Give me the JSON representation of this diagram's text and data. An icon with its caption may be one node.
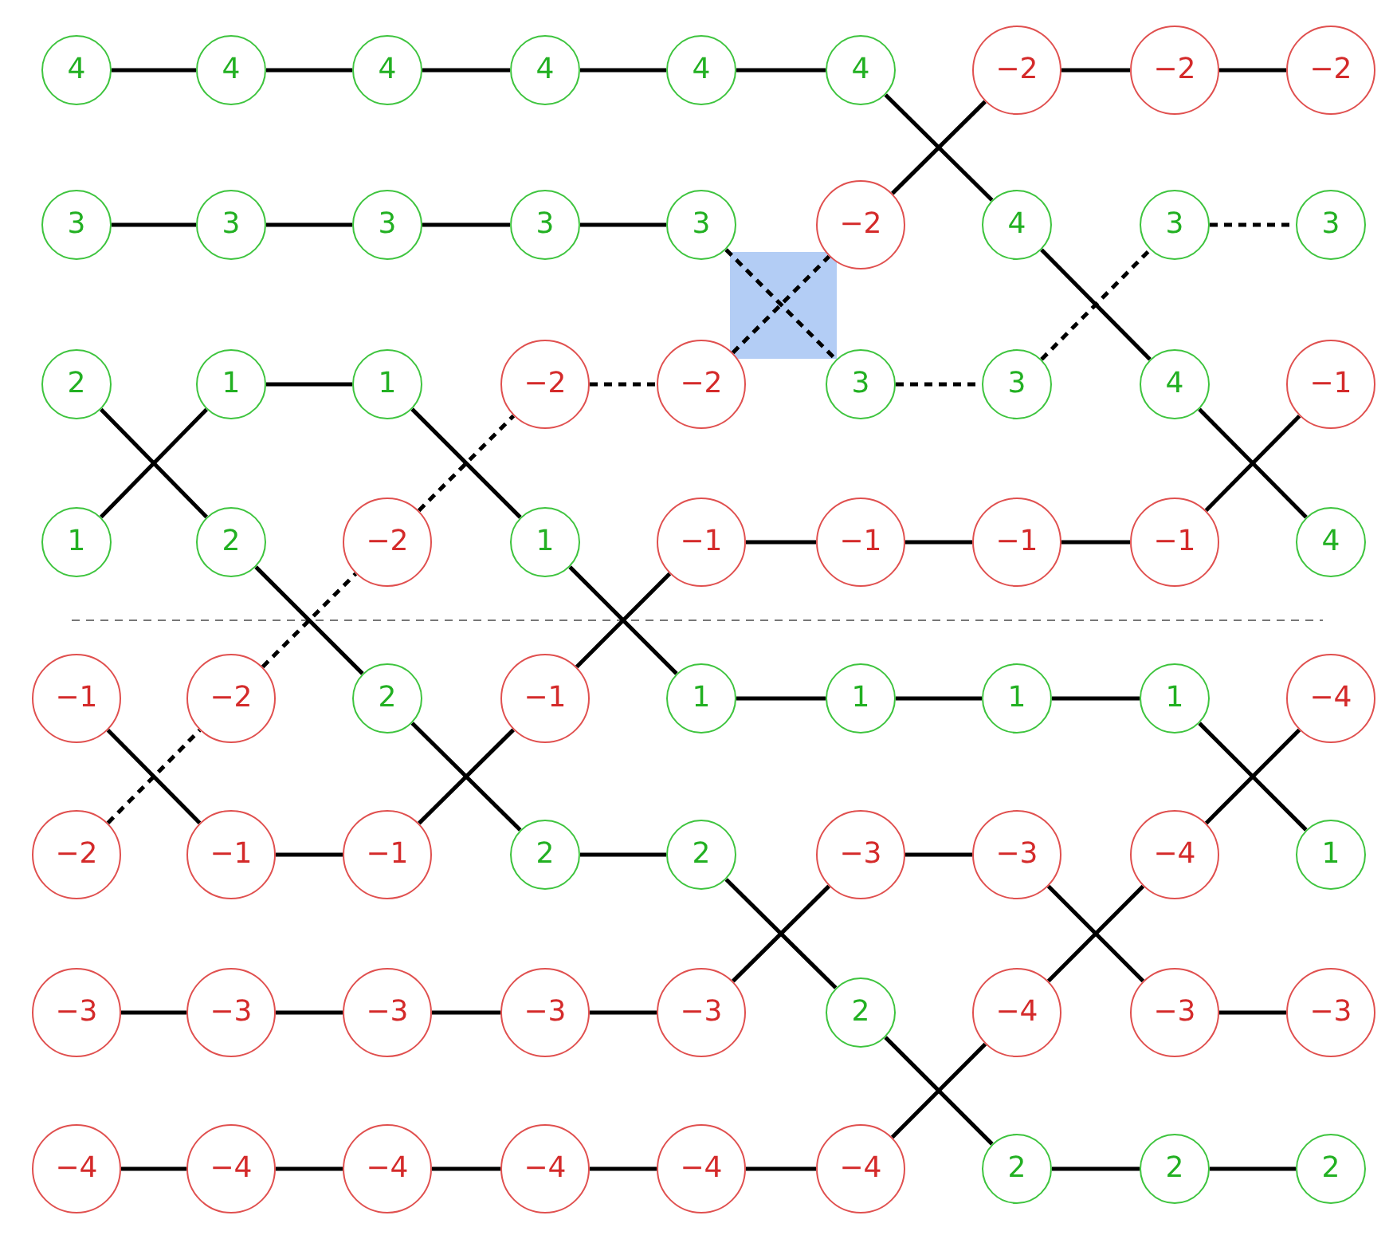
{
  "diagram": {
    "nodes": [
      {
        "text": [
          "4"
        ]
      },
      {
        "text": [
          "4"
        ]
      },
      {
        "text": [
          "4"
        ]
      },
      {
        "text": [
          "4"
        ]
      },
      {
        "text": [
          "4"
        ]
      },
      {
        "text": [
          "4"
        ]
      },
      {
        "text": [
          "−2"
        ]
      },
      {
        "text": [
          "−2"
        ]
      },
      {
        "text": [
          "−2"
        ]
      },
      {
        "text": [
          "3"
        ]
      },
      {
        "text": [
          "3"
        ]
      },
      {
        "text": [
          "3"
        ]
      },
      {
        "text": [
          "3"
        ]
      },
      {
        "text": [
          "3"
        ]
      },
      {
        "text": [
          "−2"
        ]
      },
      {
        "text": [
          "4"
        ]
      },
      {
        "text": [
          "3"
        ]
      },
      {
        "text": [
          "3"
        ]
      },
      {
        "text": [
          "2"
        ]
      },
      {
        "text": [
          "1"
        ]
      },
      {
        "text": [
          "1"
        ]
      },
      {
        "text": [
          "−2"
        ]
      },
      {
        "text": [
          "−2"
        ]
      },
      {
        "text": [
          "3"
        ]
      },
      {
        "text": [
          "3"
        ]
      },
      {
        "text": [
          "4"
        ]
      },
      {
        "text": [
          "−1"
        ]
      },
      {
        "text": [
          "1"
        ]
      },
      {
        "text": [
          "2"
        ]
      },
      {
        "text": [
          "−2"
        ]
      },
      {
        "text": [
          "1"
        ]
      },
      {
        "text": [
          "−1"
        ]
      },
      {
        "text": [
          "−1"
        ]
      },
      {
        "text": [
          "−1"
        ]
      },
      {
        "text": [
          "−1"
        ]
      },
      {
        "text": [
          "4"
        ]
      },
      {
        "text": [
          "−1"
        ]
      },
      {
        "text": [
          "−2"
        ]
      },
      {
        "text": [
          "2"
        ]
      },
      {
        "text": [
          "−1"
        ]
      },
      {
        "text": [
          "1"
        ]
      },
      {
        "text": [
          "1"
        ]
      },
      {
        "text": [
          "1"
        ]
      },
      {
        "text": [
          "1"
        ]
      },
      {
        "text": [
          "−4"
        ]
      },
      {
        "text": [
          "−2"
        ]
      },
      {
        "text": [
          "−1"
        ]
      },
      {
        "text": [
          "−1"
        ]
      },
      {
        "text": [
          "2"
        ]
      },
      {
        "text": [
          "2"
        ]
      },
      {
        "text": [
          "−3"
        ]
      },
      {
        "text": [
          "−3"
        ]
      },
      {
        "text": [
          "−4"
        ]
      },
      {
        "text": [
          "1"
        ]
      },
      {
        "text": [
          "−3"
        ]
      },
      {
        "text": [
          "−3"
        ]
      },
      {
        "text": [
          "−3"
        ]
      },
      {
        "text": [
          "−3"
        ]
      },
      {
        "text": [
          "−3"
        ]
      },
      {
        "text": [
          "2"
        ]
      },
      {
        "text": [
          "−4"
        ]
      },
      {
        "text": [
          "−3"
        ]
      },
      {
        "text": [
          "−3"
        ]
      },
      {
        "text": [
          "−4"
        ]
      },
      {
        "text": [
          "−4"
        ]
      },
      {
        "text": [
          "−4"
        ]
      },
      {
        "text": [
          "−4"
        ]
      },
      {
        "text": [
          "−4"
        ]
      },
      {
        "text": [
          "−4"
        ]
      },
      {
        "text": [
          "2"
        ]
      },
      {
        "text": [
          "2"
        ]
      },
      {
        "text": [
          "2"
        ]
      }
    ],
    "edges": [
      {
        "from": 0,
        "to": 1,
        "arrow": "none"
      },
      {
        "from": 1,
        "to": 2,
        "arrow": "none"
      },
      {
        "from": 2,
        "to": 3,
        "arrow": "none"
      },
      {
        "from": 3,
        "to": 4,
        "arrow": "none"
      },
      {
        "from": 4,
        "to": 5,
        "arrow": "none"
      },
      {
        "from": 5,
        "to": 15,
        "arrow": "none"
      },
      {
        "from": 15,
        "to": 25,
        "arrow": "none"
      },
      {
        "from": 25,
        "to": 35,
        "arrow": "none"
      },
      {
        "from": 6,
        "to": 7,
        "arrow": "none"
      },
      {
        "from": 7,
        "to": 8,
        "arrow": "none"
      },
      {
        "from": 14,
        "to": 6,
        "arrow": "none"
      },
      {
        "from": 22,
        "to": 14,
        "arrow": "none",
        "style": "dashed"
      },
      {
        "from": 21,
        "to": 22,
        "arrow": "none",
        "style": "dashed"
      },
      {
        "from": 29,
        "to": 21,
        "arrow": "none",
        "style": "dashed"
      },
      {
        "from": 37,
        "to": 29,
        "arrow": "none",
        "style": "dashed"
      },
      {
        "from": 45,
        "to": 37,
        "arrow": "none",
        "style": "dashed"
      },
      {
        "from": 9,
        "to": 10,
        "arrow": "none"
      },
      {
        "from": 10,
        "to": 11,
        "arrow": "none"
      },
      {
        "from": 11,
        "to": 12,
        "arrow": "none"
      },
      {
        "from": 12,
        "to": 13,
        "arrow": "none"
      },
      {
        "from": 13,
        "to": 23,
        "arrow": "none",
        "style": "dashed"
      },
      {
        "from": 23,
        "to": 24,
        "arrow": "none",
        "style": "dashed"
      },
      {
        "from": 24,
        "to": 16,
        "arrow": "none",
        "style": "dashed"
      },
      {
        "from": 16,
        "to": 17,
        "arrow": "none",
        "style": "dashed"
      },
      {
        "from": 27,
        "to": 19,
        "arrow": "none"
      },
      {
        "from": 19,
        "to": 20,
        "arrow": "none"
      },
      {
        "from": 20,
        "to": 30,
        "arrow": "none"
      },
      {
        "from": 30,
        "to": 40,
        "arrow": "none"
      },
      {
        "from": 40,
        "to": 41,
        "arrow": "none"
      },
      {
        "from": 41,
        "to": 42,
        "arrow": "none"
      },
      {
        "from": 42,
        "to": 43,
        "arrow": "none"
      },
      {
        "from": 43,
        "to": 53,
        "arrow": "none"
      },
      {
        "from": 18,
        "to": 28,
        "arrow": "none"
      },
      {
        "from": 28,
        "to": 38,
        "arrow": "none"
      },
      {
        "from": 38,
        "to": 48,
        "arrow": "none"
      },
      {
        "from": 48,
        "to": 49,
        "arrow": "none"
      },
      {
        "from": 49,
        "to": 59,
        "arrow": "none"
      },
      {
        "from": 59,
        "to": 69,
        "arrow": "none"
      },
      {
        "from": 69,
        "to": 70,
        "arrow": "none"
      },
      {
        "from": 70,
        "to": 71,
        "arrow": "none"
      },
      {
        "from": 36,
        "to": 46,
        "arrow": "none"
      },
      {
        "from": 46,
        "to": 47,
        "arrow": "none"
      },
      {
        "from": 47,
        "to": 39,
        "arrow": "none"
      },
      {
        "from": 39,
        "to": 31,
        "arrow": "none"
      },
      {
        "from": 31,
        "to": 32,
        "arrow": "none"
      },
      {
        "from": 32,
        "to": 33,
        "arrow": "none"
      },
      {
        "from": 33,
        "to": 34,
        "arrow": "none"
      },
      {
        "from": 34,
        "to": 26,
        "arrow": "none"
      },
      {
        "from": 63,
        "to": 64,
        "arrow": "none"
      },
      {
        "from": 64,
        "to": 65,
        "arrow": "none"
      },
      {
        "from": 65,
        "to": 66,
        "arrow": "none"
      },
      {
        "from": 66,
        "to": 67,
        "arrow": "none"
      },
      {
        "from": 67,
        "to": 68,
        "arrow": "none"
      },
      {
        "from": 68,
        "to": 60,
        "arrow": "none"
      },
      {
        "from": 60,
        "to": 52,
        "arrow": "none"
      },
      {
        "from": 52,
        "to": 44,
        "arrow": "none"
      },
      {
        "from": 54,
        "to": 55,
        "arrow": "none"
      },
      {
        "from": 55,
        "to": 56,
        "arrow": "none"
      },
      {
        "from": 56,
        "to": 57,
        "arrow": "none"
      },
      {
        "from": 57,
        "to": 58,
        "arrow": "none"
      },
      {
        "from": 58,
        "to": 50,
        "arrow": "none"
      },
      {
        "from": 50,
        "to": 51,
        "arrow": "none"
      },
      {
        "from": 51,
        "to": 61,
        "arrow": "none"
      },
      {
        "from": 61,
        "to": 62,
        "arrow": "none"
      }
    ]
  }
}
